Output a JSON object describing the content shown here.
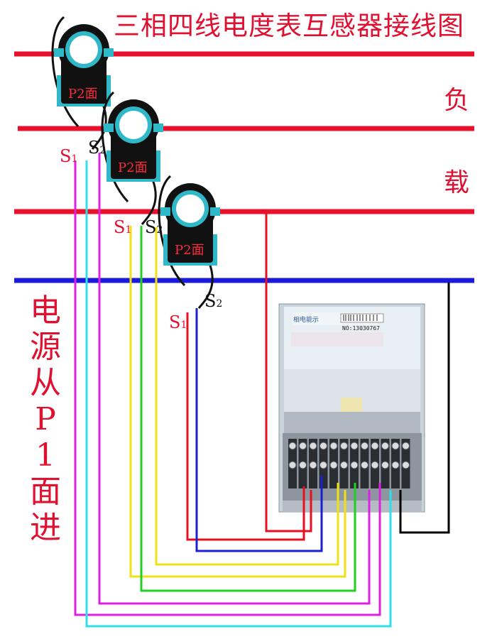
{
  "title": "三相四线电度表互感器接线图",
  "load_label": [
    "负",
    "载"
  ],
  "source_label": [
    "电",
    "源",
    "从",
    "P",
    "1",
    "面",
    "进"
  ],
  "ct_face_label": "P2面",
  "terminals": {
    "s1": "S",
    "s1_sub": "1",
    "s2": "S",
    "s2_sub": "2"
  },
  "meter": {
    "label": "相电能示",
    "serial": "NO:13030767"
  },
  "colors": {
    "phase_line": "#e8102a",
    "neutral_line": "#1a1ad8",
    "ct_ring": "#0a0a0a",
    "ct_base": "#2fb8c8",
    "wire_red": "#e81020",
    "wire_blue": "#1a20d0",
    "wire_yellow": "#f0e018",
    "wire_green": "#20d020",
    "wire_magenta": "#e020e0",
    "wire_cyan": "#30e0e8",
    "wire_black": "#000000"
  }
}
